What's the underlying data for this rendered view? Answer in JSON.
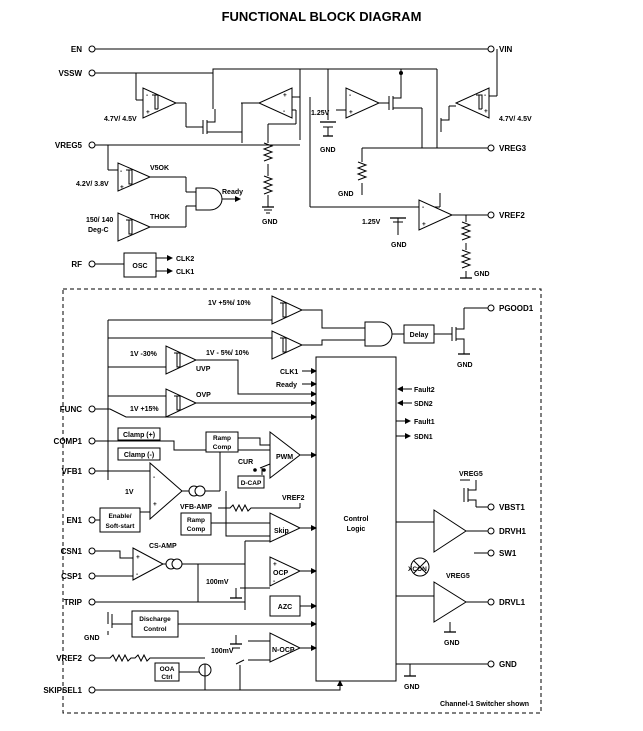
{
  "title": "FUNCTIONAL BLOCK DIAGRAM",
  "pins_left": {
    "en": "EN",
    "vssw": "VSSW",
    "vreg5": "VREG5",
    "rf": "RF",
    "func": "FUNC",
    "comp1": "COMP1",
    "vfb1": "VFB1",
    "en1": "EN1",
    "csn1": "CSN1",
    "csp1": "CSP1",
    "trip": "TRIP",
    "gnd": "GND",
    "vref2": "VREF2",
    "skipsel1": "SKIPSEL1"
  },
  "pins_right": {
    "vin": "VIN",
    "vreg3": "VREG3",
    "vref2": "VREF2",
    "pgood1": "PGOOD1",
    "vbst1": "VBST1",
    "drvh1": "DRVH1",
    "sw1": "SW1",
    "drvl1": "DRVL1",
    "gnd": "GND"
  },
  "labels": {
    "th_left": "4.7V/ 4.5V",
    "th_right": "4.7V/ 4.5V",
    "v125a": "1.25V",
    "v125b": "1.25V",
    "gnd": "GND",
    "v5ok": "V5OK",
    "th_v5ok": "4.2V/ 3.8V",
    "thok": "THOK",
    "deg_val": "150/ 140",
    "deg_unit": "Deg-C",
    "ready": "Ready",
    "osc": "OSC",
    "clk2": "CLK2",
    "clk1": "CLK1",
    "pg_hi": "1V +5%/ 10%",
    "pg_lo": "1V - 5%/ 10%",
    "uvp_th": "1V -30%",
    "ovp_th": "1V +15%",
    "uvp": "UVP",
    "ovp": "OVP",
    "delay": "Delay",
    "clk1_in": "CLK1",
    "ready_in": "Ready",
    "clamp_p": "Clamp (+)",
    "clamp_n": "Clamp (-)",
    "ramp_comp_top_1": "Ramp",
    "ramp_comp_top_2": "Comp",
    "pwm": "PWM",
    "cur": "CUR",
    "dcap": "D-CAP",
    "v1": "1V",
    "vfb_amp": "VFB-AMP",
    "vref2_in": "VREF2",
    "en_ss_1": "Enable/",
    "en_ss_2": "Soft-start",
    "ramp_comp_1": "Ramp",
    "ramp_comp_2": "Comp",
    "skip": "Skip",
    "cs_amp": "CS-AMP",
    "ocp": "OCP",
    "mv100a": "100mV",
    "azc": "AZC",
    "dis_1": "Discharge",
    "dis_2": "Control",
    "mv100b": "100mV",
    "noc": "N-OCP",
    "ooa_1": "OOA",
    "ooa_2": "Ctrl",
    "ctrl_1": "Control",
    "ctrl_2": "Logic",
    "fault2": "Fault2",
    "sdn2": "SDN2",
    "fault1": "Fault1",
    "sdn1": "SDN1",
    "vreg5_a": "VREG5",
    "vreg5_b": "VREG5",
    "xcon": "XCON",
    "note": "Channel-1 Switcher shown"
  }
}
